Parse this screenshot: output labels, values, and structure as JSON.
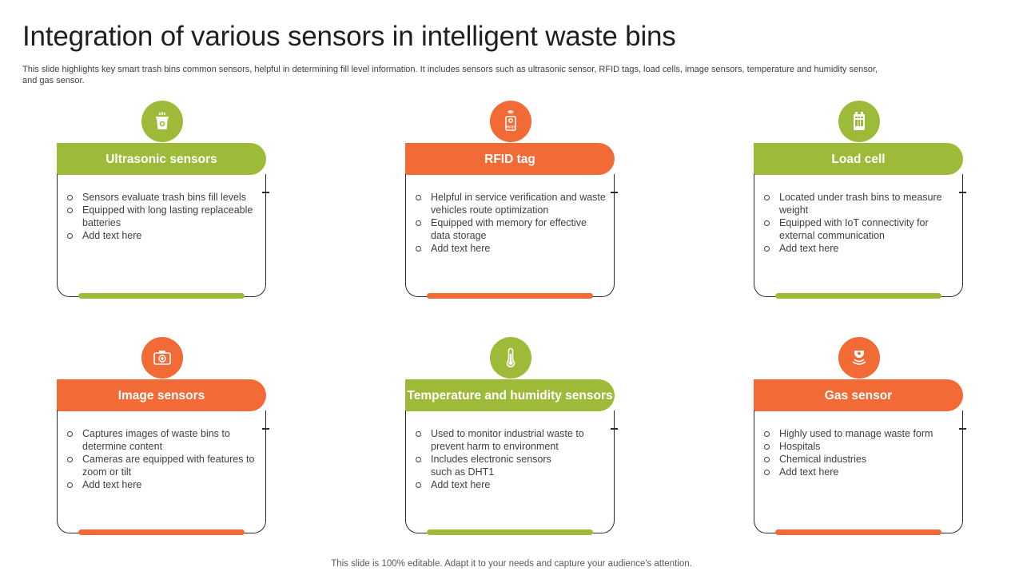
{
  "title": "Integration of various sensors in intelligent waste bins",
  "subtitle": "This slide highlights key smart trash bins common sensors, helpful in determining fill level information. It includes sensors such as ultrasonic sensor, RFID tags, load cells, image sensors, temperature and humidity sensor, and gas sensor.",
  "colors": {
    "green": "#9dba38",
    "orange": "#f26b36"
  },
  "cards": [
    {
      "title": "Ultrasonic sensors",
      "icon": "smart-bin-icon",
      "color": "green",
      "items": [
        "Sensors evaluate trash bins fill levels",
        "Equipped with long lasting replaceable batteries",
        "Add text here"
      ]
    },
    {
      "title": "RFID tag",
      "icon": "rfid-tag-icon",
      "icon_label": "RFID",
      "color": "orange",
      "items": [
        "Helpful in service verification and waste vehicles route optimization",
        "Equipped with memory for effective data storage",
        "Add text here"
      ]
    },
    {
      "title": "Load cell",
      "icon": "load-cell-icon",
      "color": "green",
      "items": [
        "Located under trash bins to measure weight",
        "Equipped with IoT connectivity for external communication",
        "Add text here"
      ]
    },
    {
      "title": "Image sensors",
      "icon": "camera-sensor-icon",
      "color": "orange",
      "items": [
        "Captures images of waste bins to determine content",
        "Cameras are equipped with features to zoom or tilt",
        "Add text here"
      ]
    },
    {
      "title": "Temperature and humidity sensors",
      "icon": "thermometer-icon",
      "color": "green",
      "items": [
        "Used to monitor industrial waste to prevent harm to environment",
        "Includes electronic sensors such as DHT1",
        "Add text here"
      ]
    },
    {
      "title": "Gas sensor",
      "icon": "gas-detector-icon",
      "color": "orange",
      "items": [
        "Highly used to manage waste form",
        "Hospitals",
        "Chemical industries",
        "Add text here"
      ]
    }
  ],
  "footer": "This slide is 100% editable. Adapt it to your needs and capture your audience's attention."
}
